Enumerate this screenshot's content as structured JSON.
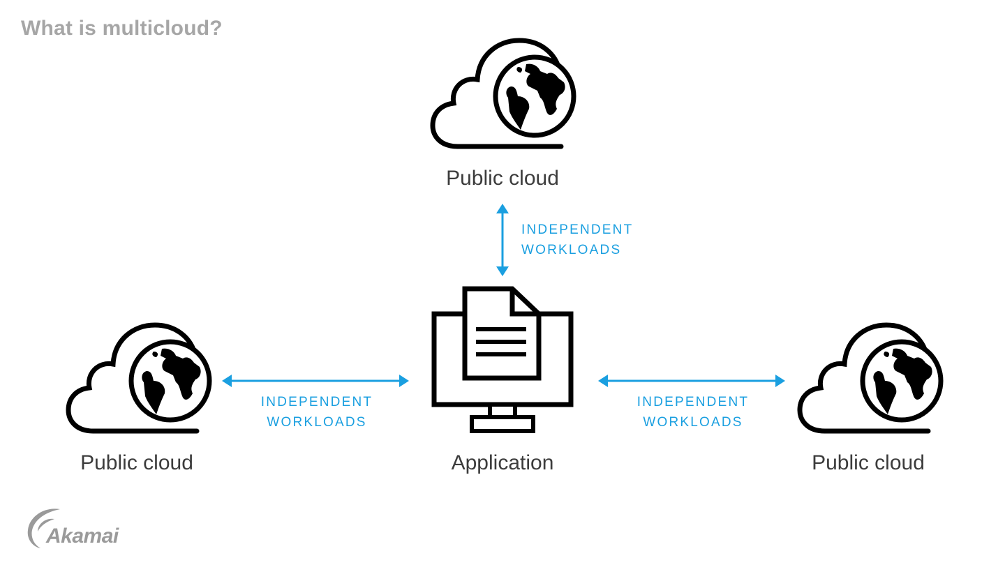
{
  "title": "What is multicloud?",
  "nodes": {
    "top": {
      "label": "Public cloud",
      "icon": "cloud-globe-icon"
    },
    "left": {
      "label": "Public cloud",
      "icon": "cloud-globe-icon"
    },
    "right": {
      "label": "Public cloud",
      "icon": "cloud-globe-icon"
    },
    "center": {
      "label": "Application",
      "icon": "monitor-document-icon"
    }
  },
  "connections": {
    "top": {
      "line1": "INDEPENDENT",
      "line2": "WORKLOADS"
    },
    "left": {
      "line1": "INDEPENDENT",
      "line2": "WORKLOADS"
    },
    "right": {
      "line1": "INDEPENDENT",
      "line2": "WORKLOADS"
    }
  },
  "brand": {
    "name": "Akamai"
  },
  "colors": {
    "accent": "#1a9fe0",
    "title": "#a6a6a6",
    "label": "#3c3c3c",
    "icon": "#000000"
  }
}
